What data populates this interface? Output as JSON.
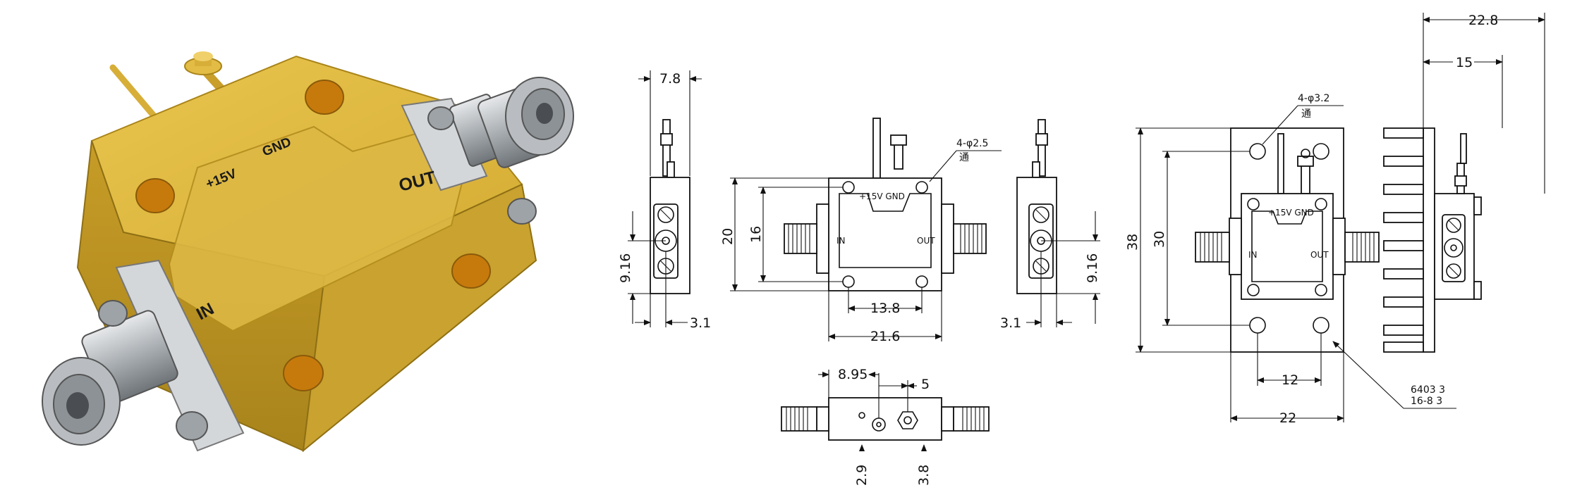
{
  "product_photo": {
    "labels": {
      "power": "+15V",
      "ground": "GND",
      "output": "OUT",
      "input": "IN"
    },
    "colors": {
      "gold": "#d9b23a",
      "gold_dark": "#b48f1f",
      "steel": "#bfc3c6",
      "steel_dark": "#7e8387",
      "hole": "#c97a0c"
    }
  },
  "drawings": {
    "side_left": {
      "top_width": "7.8",
      "height": "9.16",
      "offset": "3.1"
    },
    "front": {
      "height_outer": "20",
      "height_inner": "16",
      "hole_spacing": "13.8",
      "width": "21.6",
      "hole_note": "4-φ2.5",
      "hole_note_sub": "通",
      "pin_label": "+15V GND",
      "in_label": "IN",
      "out_label": "OUT"
    },
    "side_right": {
      "height": "9.16",
      "offset": "3.1"
    },
    "bottom": {
      "left_offset": "8.95",
      "right_offset": "5",
      "bottom_left": "2.9",
      "bottom_right": "3.8"
    },
    "heatsink_front": {
      "height_outer": "38",
      "height_inner": "30",
      "hole_spacing": "12",
      "width": "22",
      "hole_note": "4-φ3.2",
      "hole_note_sub": "通",
      "pin_label": "+15V GND",
      "in_label": "IN",
      "out_label": "OUT",
      "leader_note_line1": "6403 3",
      "leader_note_line2": "16-8 3"
    },
    "heatsink_side": {
      "width_total": "22.8",
      "width_fins": "15"
    }
  }
}
